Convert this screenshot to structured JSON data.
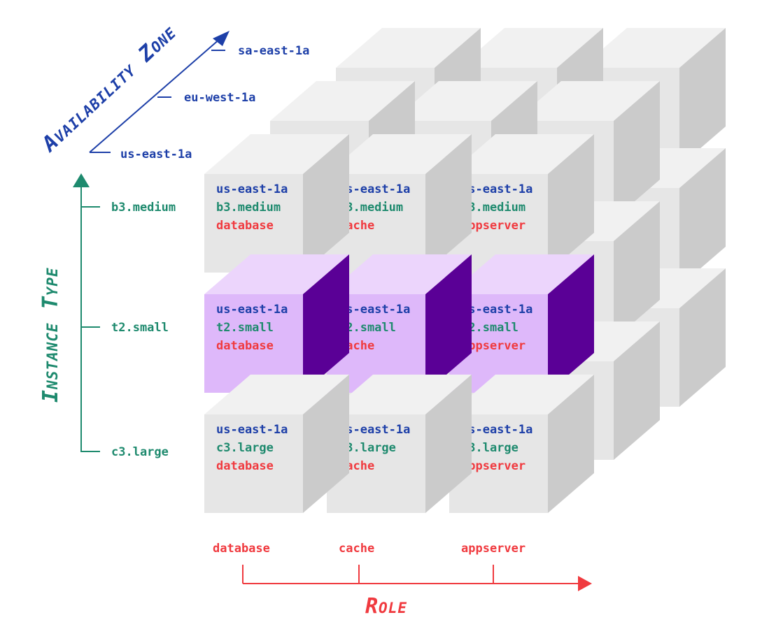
{
  "axes": {
    "availability_zone": {
      "title": "Availability Zone",
      "ticks": [
        "us-east-1a",
        "eu-west-1a",
        "sa-east-1a"
      ]
    },
    "instance_type": {
      "title": "Instance Type",
      "ticks": [
        "b3.medium",
        "t2.small",
        "c3.large"
      ]
    },
    "role": {
      "title": "Role",
      "ticks": [
        "database",
        "cache",
        "appserver"
      ]
    }
  },
  "cells": [
    {
      "zone": "us-east-1a",
      "type": "b3.medium",
      "role": "database",
      "highlighted": false
    },
    {
      "zone": "us-east-1a",
      "type": "b3.medium",
      "role": "cache",
      "highlighted": false
    },
    {
      "zone": "us-east-1a",
      "type": "b3.medium",
      "role": "appserver",
      "highlighted": false
    },
    {
      "zone": "us-east-1a",
      "type": "t2.small",
      "role": "database",
      "highlighted": true
    },
    {
      "zone": "us-east-1a",
      "type": "t2.small",
      "role": "cache",
      "highlighted": true
    },
    {
      "zone": "us-east-1a",
      "type": "t2.small",
      "role": "appserver",
      "highlighted": true
    },
    {
      "zone": "us-east-1a",
      "type": "c3.large",
      "role": "database",
      "highlighted": false
    },
    {
      "zone": "us-east-1a",
      "type": "c3.large",
      "role": "cache",
      "highlighted": false
    },
    {
      "zone": "us-east-1a",
      "type": "c3.large",
      "role": "appserver",
      "highlighted": false
    }
  ],
  "colors": {
    "zone": "#1d3fa8",
    "type": "#1e8a6e",
    "role": "#f03a3f",
    "cube_front": "#e6e6e6",
    "cube_top": "#f1f1f1",
    "cube_side": "#cbcbcb",
    "highlight_front": "#deb8fa",
    "highlight_top": "#ecd5fc",
    "highlight_side": "#5a0096"
  }
}
